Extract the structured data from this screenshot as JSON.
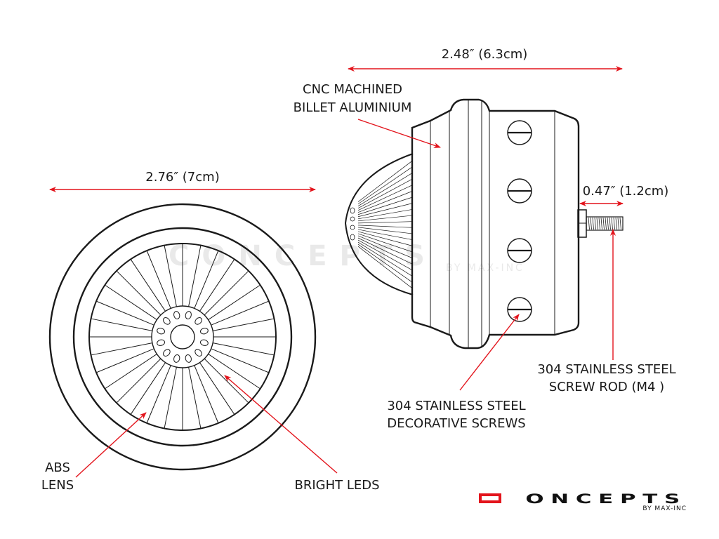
{
  "dimensions": {
    "body_length": "2.48″ (6.3cm)",
    "diameter": "2.76″ (7cm)",
    "rod_length": "0.47″ (1.2cm)"
  },
  "callouts": {
    "housing": [
      "CNC MACHINED",
      "BILLET ALUMINIUM"
    ],
    "screws": [
      "304 STAINLESS STEEL",
      "DECORATIVE SCREWS"
    ],
    "rod": [
      "304 STAINLESS STEEL",
      "SCREW ROD (M4 )"
    ],
    "lens": [
      "ABS",
      "LENS"
    ],
    "leds": [
      "BRIGHT LEDS"
    ]
  },
  "logo": {
    "brand": "CONCEPTS",
    "sub": "BY MAX-INC"
  },
  "watermark": {
    "brand": "CONCEPTS",
    "sub": "BY MAX-INC"
  },
  "colors": {
    "accent": "#e3141c",
    "line": "#1a1a1a"
  }
}
